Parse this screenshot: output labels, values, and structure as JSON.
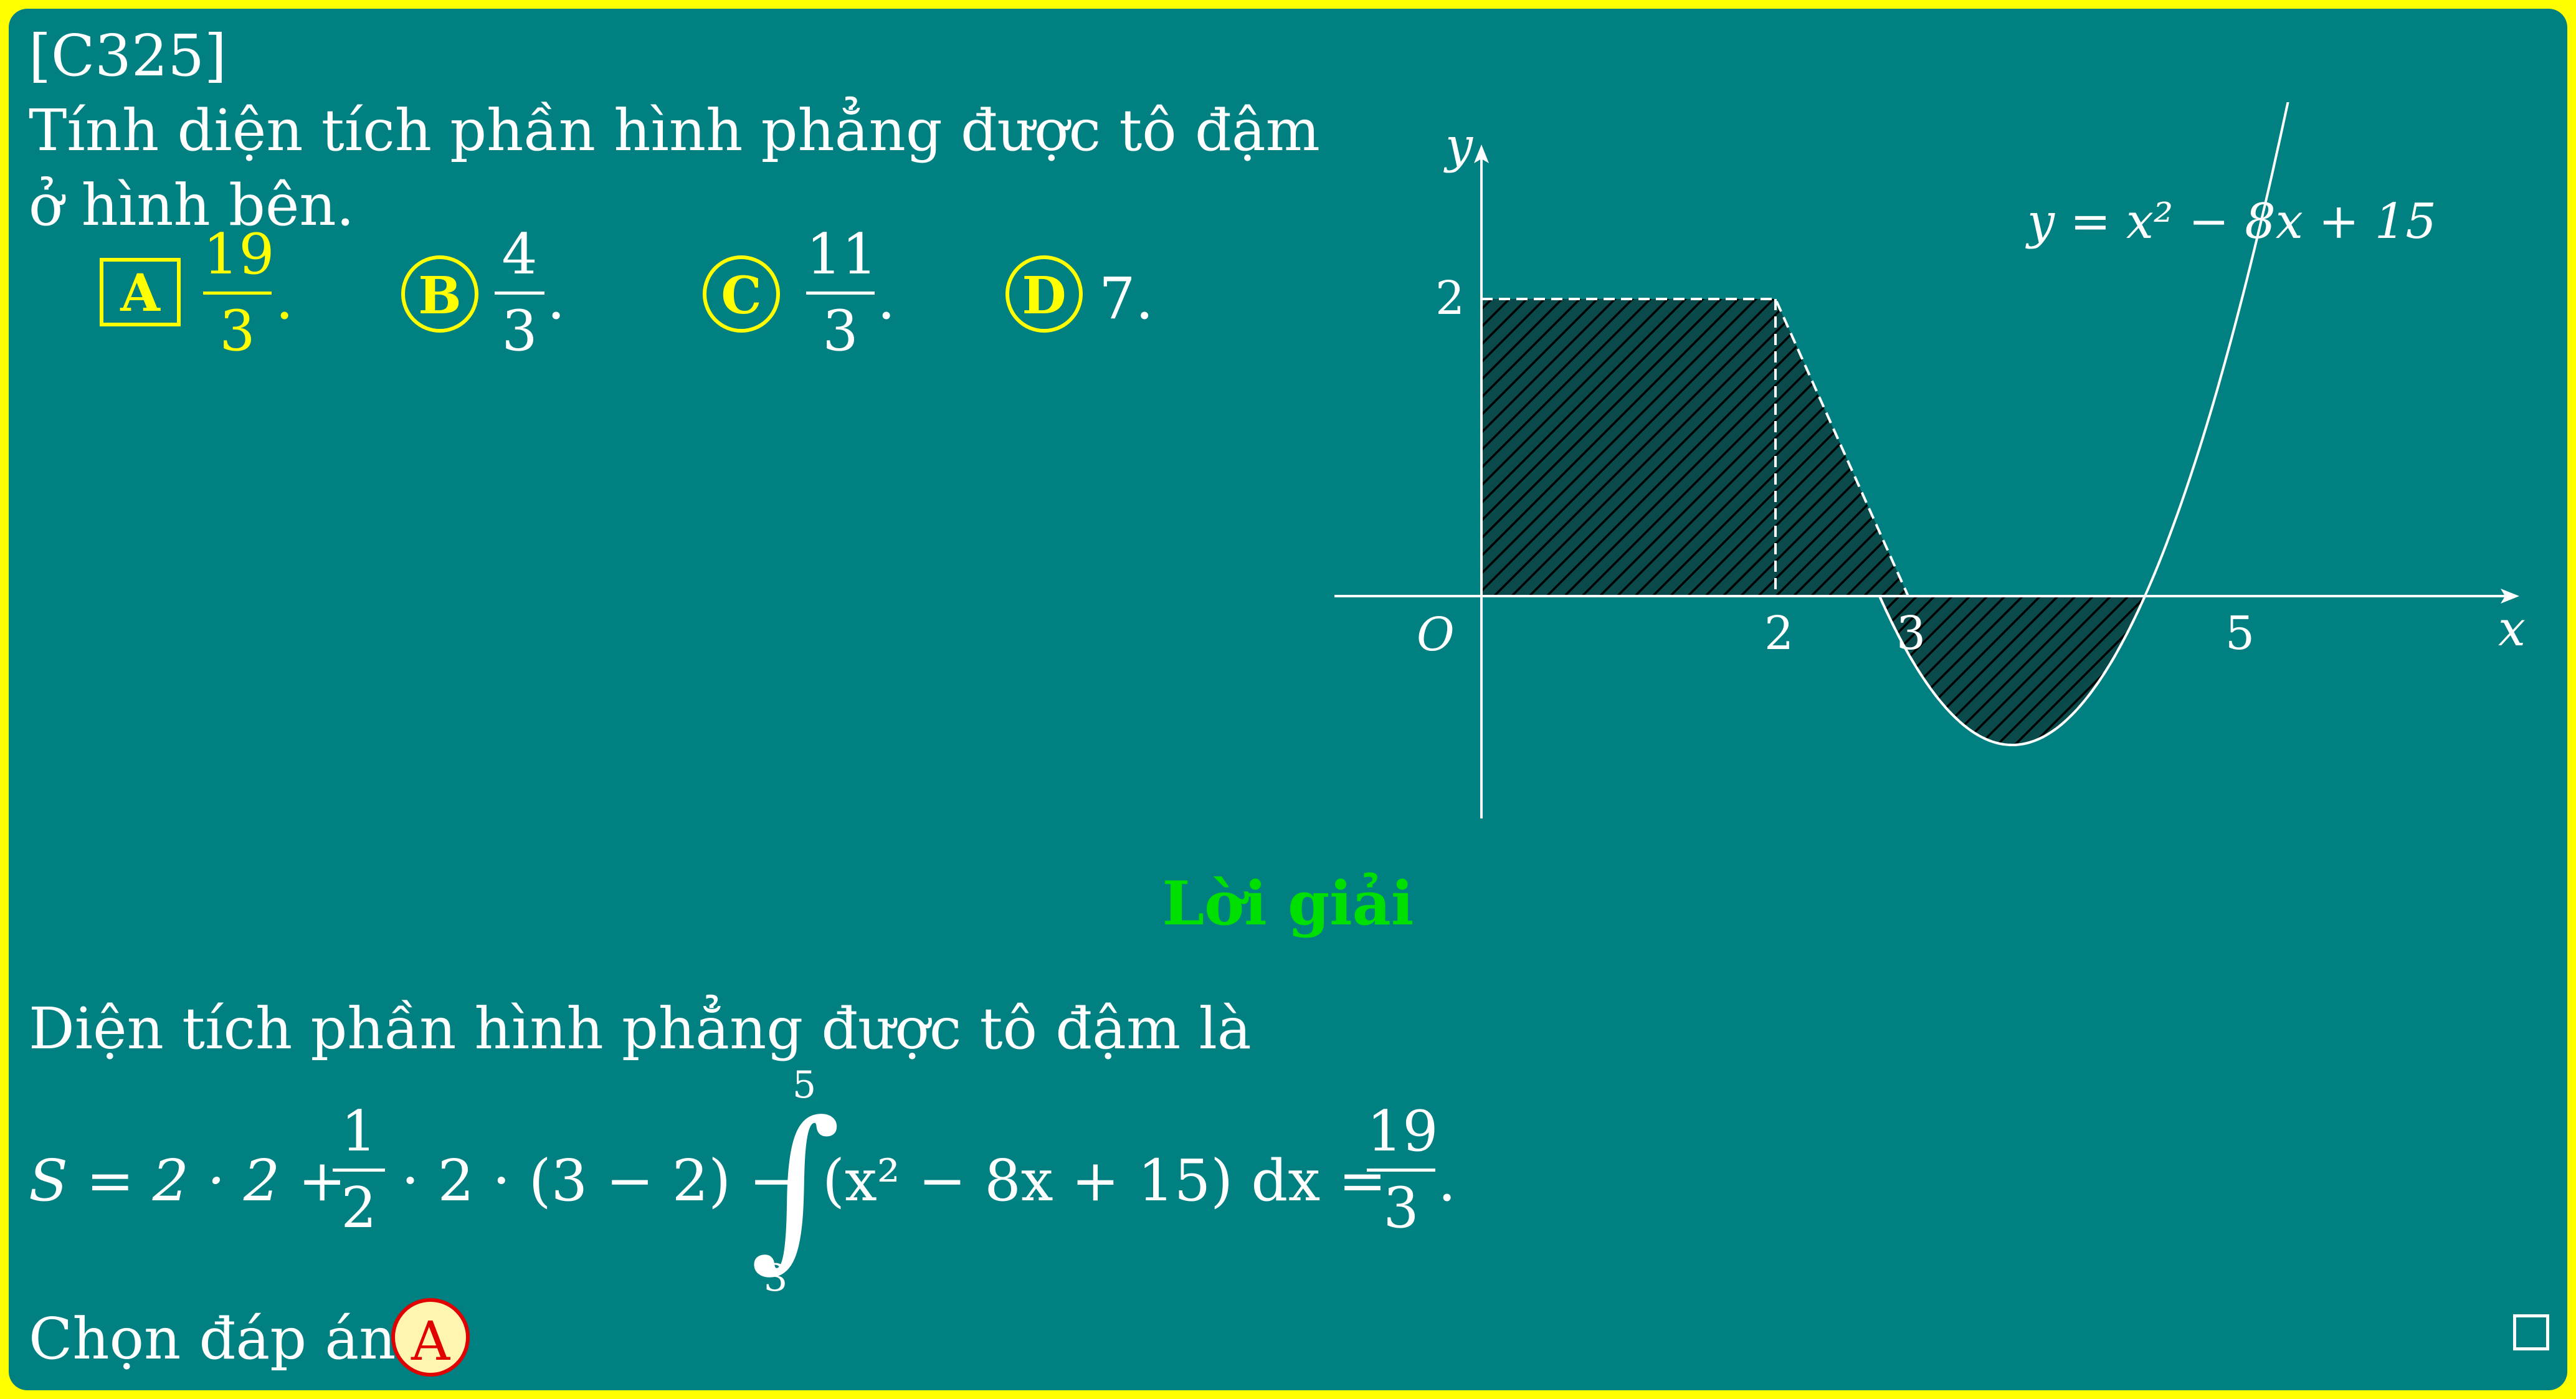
{
  "problem": {
    "code": "[C325]",
    "question_line1": "Tính diện tích phần hình phẳng được tô đậm",
    "question_line2": "ở hình bên.",
    "choices": [
      {
        "letter": "A",
        "num": "19",
        "den": "3",
        "suffix": ".",
        "highlighted": true
      },
      {
        "letter": "B",
        "num": "4",
        "den": "3",
        "suffix": "."
      },
      {
        "letter": "C",
        "num": "11",
        "den": "3",
        "suffix": "."
      },
      {
        "letter": "D",
        "value": "7."
      }
    ]
  },
  "graph": {
    "curve_label": "y = x² − 8x + 15",
    "y_axis_label": "y",
    "x_axis_label": "x",
    "origin_label": "O",
    "y_tick": "2",
    "x_ticks": [
      "2",
      "3",
      "5"
    ]
  },
  "solution": {
    "heading": "Lời giải",
    "intro": "Diện tích phần hình phẳng được tô đậm là",
    "formula": {
      "lhs": "S = 2 · 2 +",
      "half_num": "1",
      "half_den": "2",
      "mid": "· 2 · (3 − 2) −",
      "int_upper": "5",
      "int_lower": "3",
      "integrand": "(x² − 8x + 15) dx =",
      "res_num": "19",
      "res_den": "3",
      "end": "."
    },
    "choose_text": "Chọn đáp án",
    "answer_letter": "A"
  },
  "colors": {
    "background": "#008080",
    "frame": "#ffff00",
    "highlight": "#ffff00",
    "heading": "#00e000",
    "answer": "#e00000"
  }
}
